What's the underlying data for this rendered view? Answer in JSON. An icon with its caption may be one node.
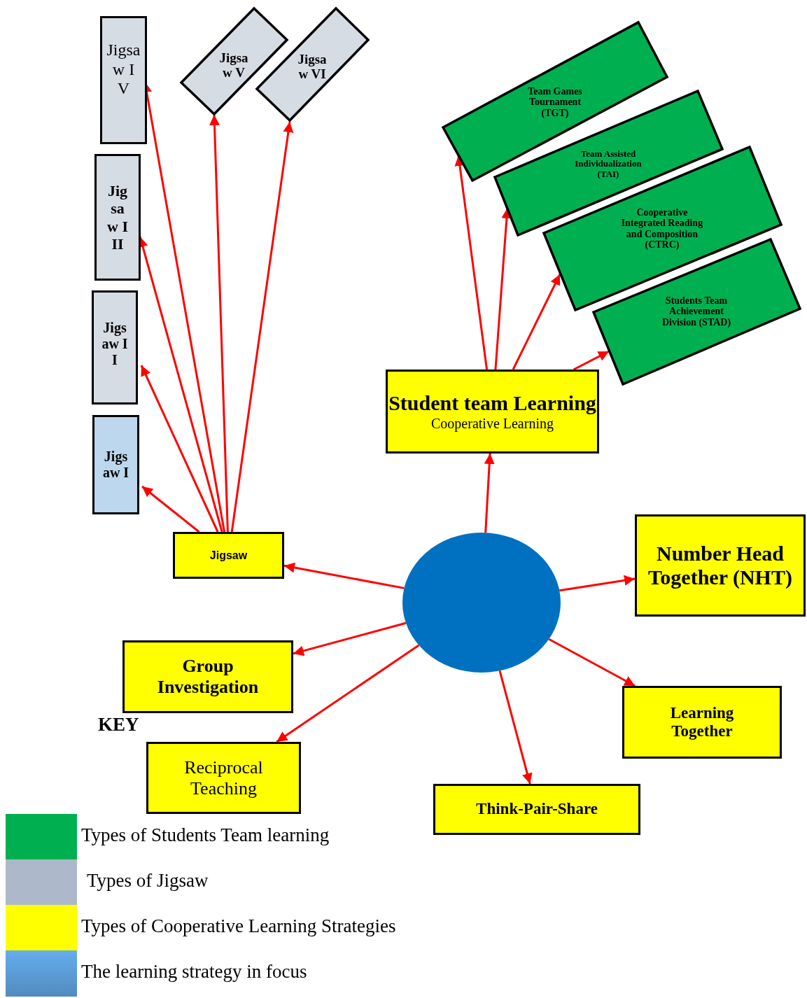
{
  "diagram": {
    "nodes": [
      {
        "text": [
          "Jigsaw IV"
        ]
      },
      {
        "text": [
          "Jigsaw V"
        ]
      },
      {
        "text": [
          "Jigsaw VI"
        ]
      },
      {
        "text": [
          "Jigsaw III"
        ]
      },
      {
        "text": [
          "Jigsaw II"
        ]
      },
      {
        "text": [
          "Jigsaw I"
        ]
      },
      {
        "text": [
          "Team Games Tournament (TGT)"
        ]
      },
      {
        "text": [
          "Team Assisted Individualization (TAI)"
        ]
      },
      {
        "text": [
          "Cooperative Integrated Reading and Composition (CTRC)"
        ]
      },
      {
        "text": [
          "Students Team Achievement Division (STAD)"
        ]
      },
      {
        "text": [
          "Student team Learning",
          "Cooperative Learning"
        ]
      },
      {
        "text": [
          "Jigsaw"
        ]
      },
      {
        "text": [
          "Number Head Together (NHT)"
        ]
      },
      {
        "text": [],
        "shape": "circle"
      },
      {
        "text": [
          "Group Investigation"
        ]
      },
      {
        "text": [
          "Learning Together"
        ]
      },
      {
        "text": [
          "Reciprocal Teaching"
        ]
      },
      {
        "text": [
          "Think-Pair-Share"
        ]
      }
    ],
    "edges": [
      {
        "from": 13,
        "to": 10,
        "arrow": "to"
      },
      {
        "from": 13,
        "to": 11,
        "arrow": "to"
      },
      {
        "from": 13,
        "to": 12,
        "arrow": "to"
      },
      {
        "from": 13,
        "to": 14,
        "arrow": "to"
      },
      {
        "from": 13,
        "to": 15,
        "arrow": "to"
      },
      {
        "from": 13,
        "to": 16,
        "arrow": "to"
      },
      {
        "from": 13,
        "to": 17,
        "arrow": "to"
      },
      {
        "from": 11,
        "to": 5,
        "arrow": "to"
      },
      {
        "from": 11,
        "to": 4,
        "arrow": "to"
      },
      {
        "from": 11,
        "to": 3,
        "arrow": "to"
      },
      {
        "from": 11,
        "to": 0,
        "arrow": "to"
      },
      {
        "from": 11,
        "to": 1,
        "arrow": "to"
      },
      {
        "from": 11,
        "to": 2,
        "arrow": "to"
      },
      {
        "from": 10,
        "to": 6,
        "arrow": "to"
      },
      {
        "from": 10,
        "to": 7,
        "arrow": "to"
      },
      {
        "from": 10,
        "to": 8,
        "arrow": "to"
      },
      {
        "from": 10,
        "to": 9,
        "arrow": "to"
      }
    ],
    "labels": [
      "KEY"
    ],
    "legend": [
      {
        "text": "Types of Students Team learning",
        "color": "#00b050"
      },
      {
        "text": "Types of Jigsaw",
        "color": "#adb9ca"
      },
      {
        "text": "Types of Cooperative Learning Strategies",
        "color": "#ffff00"
      },
      {
        "text": "The learning strategy in focus",
        "color": "#5b9bd5"
      }
    ]
  }
}
